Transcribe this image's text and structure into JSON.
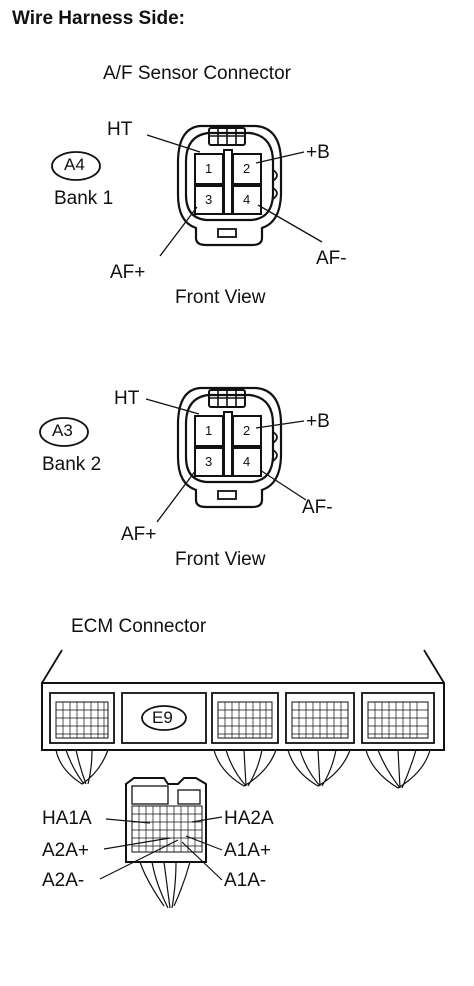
{
  "header": {
    "title": "Wire Harness Side:"
  },
  "af_sensor": {
    "title": "A/F Sensor Connector",
    "bank1": {
      "code": "A4",
      "bank": "Bank 1",
      "view": "Front View",
      "pins": [
        "1",
        "2",
        "3",
        "4"
      ],
      "labels": {
        "ht": "HT",
        "b_plus": "+B",
        "af_plus": "AF+",
        "af_minus": "AF-"
      }
    },
    "bank2": {
      "code": "A3",
      "bank": "Bank 2",
      "view": "Front View",
      "pins": [
        "1",
        "2",
        "3",
        "4"
      ],
      "labels": {
        "ht": "HT",
        "b_plus": "+B",
        "af_plus": "AF+",
        "af_minus": "AF-"
      }
    }
  },
  "ecm": {
    "title": "ECM Connector",
    "code": "E9",
    "terminals": {
      "ha1a": "HA1A",
      "ha2a": "HA2A",
      "a2a_plus": "A2A+",
      "a1a_plus": "A1A+",
      "a2a_minus": "A2A-",
      "a1a_minus": "A1A-"
    }
  }
}
